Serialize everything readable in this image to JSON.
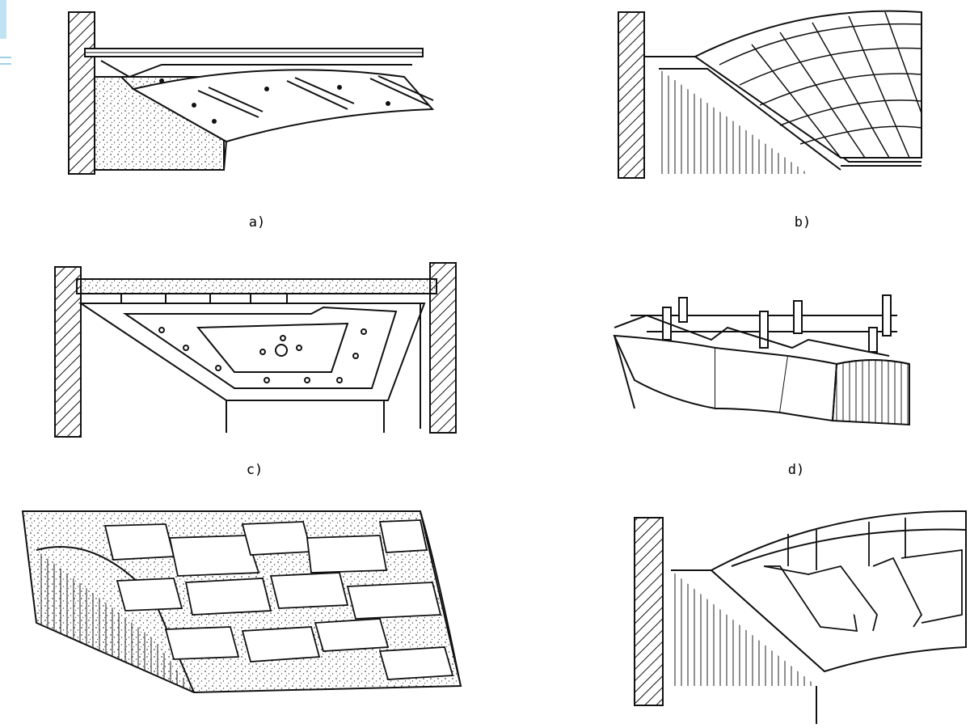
{
  "panels": [
    {
      "id": "a",
      "label": "a)"
    },
    {
      "id": "b",
      "label": "b)"
    },
    {
      "id": "c",
      "label": "c)"
    },
    {
      "id": "d",
      "label": "d)"
    },
    {
      "id": "e",
      "label": ""
    },
    {
      "id": "f",
      "label": ""
    }
  ],
  "colors": {
    "ink": "#111111",
    "stipple": "#555555",
    "accent": "#bfe3f2"
  }
}
